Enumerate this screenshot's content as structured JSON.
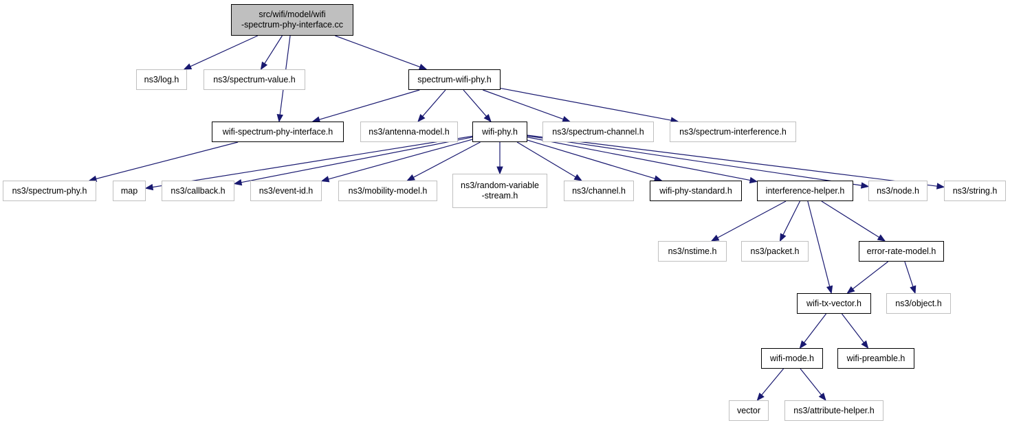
{
  "graph": {
    "title": "Include dependency graph for wifi-spectrum-phy-interface.cc",
    "colors": {
      "edge": "#191970",
      "root_fill": "#bfbfbf",
      "external_border": "#bfbfbf",
      "internal_border": "#000000"
    },
    "nodes": [
      {
        "id": "root",
        "label": "src/wifi/model/wifi\n-spectrum-phy-interface.cc",
        "kind": "root"
      },
      {
        "id": "log",
        "label": "ns3/log.h",
        "kind": "external"
      },
      {
        "id": "specval",
        "label": "ns3/spectrum-value.h",
        "kind": "external"
      },
      {
        "id": "swphy",
        "label": "spectrum-wifi-phy.h",
        "kind": "internal"
      },
      {
        "id": "wspi",
        "label": "wifi-spectrum-phy-interface.h",
        "kind": "internal"
      },
      {
        "id": "antenna",
        "label": "ns3/antenna-model.h",
        "kind": "external"
      },
      {
        "id": "wifiphy",
        "label": "wifi-phy.h",
        "kind": "internal"
      },
      {
        "id": "specchan",
        "label": "ns3/spectrum-channel.h",
        "kind": "external"
      },
      {
        "id": "specint",
        "label": "ns3/spectrum-interference.h",
        "kind": "external"
      },
      {
        "id": "specphy",
        "label": "ns3/spectrum-phy.h",
        "kind": "external"
      },
      {
        "id": "map",
        "label": "map",
        "kind": "external"
      },
      {
        "id": "callback",
        "label": "ns3/callback.h",
        "kind": "external"
      },
      {
        "id": "eventid",
        "label": "ns3/event-id.h",
        "kind": "external"
      },
      {
        "id": "mobility",
        "label": "ns3/mobility-model.h",
        "kind": "external"
      },
      {
        "id": "random",
        "label": "ns3/random-variable\n-stream.h",
        "kind": "external"
      },
      {
        "id": "channel",
        "label": "ns3/channel.h",
        "kind": "external"
      },
      {
        "id": "standard",
        "label": "wifi-phy-standard.h",
        "kind": "internal"
      },
      {
        "id": "interf",
        "label": "interference-helper.h",
        "kind": "internal"
      },
      {
        "id": "node",
        "label": "ns3/node.h",
        "kind": "external"
      },
      {
        "id": "string",
        "label": "ns3/string.h",
        "kind": "external"
      },
      {
        "id": "nstime",
        "label": "ns3/nstime.h",
        "kind": "external"
      },
      {
        "id": "packet",
        "label": "ns3/packet.h",
        "kind": "external"
      },
      {
        "id": "errrate",
        "label": "error-rate-model.h",
        "kind": "internal"
      },
      {
        "id": "txvector",
        "label": "wifi-tx-vector.h",
        "kind": "internal"
      },
      {
        "id": "object",
        "label": "ns3/object.h",
        "kind": "external"
      },
      {
        "id": "mode",
        "label": "wifi-mode.h",
        "kind": "internal"
      },
      {
        "id": "preamble",
        "label": "wifi-preamble.h",
        "kind": "internal"
      },
      {
        "id": "vector",
        "label": "vector",
        "kind": "external"
      },
      {
        "id": "attr",
        "label": "ns3/attribute-helper.h",
        "kind": "external"
      }
    ],
    "edges": [
      [
        "root",
        "log"
      ],
      [
        "root",
        "specval"
      ],
      [
        "root",
        "wspi"
      ],
      [
        "root",
        "swphy"
      ],
      [
        "swphy",
        "wspi"
      ],
      [
        "swphy",
        "antenna"
      ],
      [
        "swphy",
        "wifiphy"
      ],
      [
        "swphy",
        "specchan"
      ],
      [
        "swphy",
        "specint"
      ],
      [
        "wspi",
        "specphy"
      ],
      [
        "wifiphy",
        "map"
      ],
      [
        "wifiphy",
        "callback"
      ],
      [
        "wifiphy",
        "eventid"
      ],
      [
        "wifiphy",
        "mobility"
      ],
      [
        "wifiphy",
        "random"
      ],
      [
        "wifiphy",
        "channel"
      ],
      [
        "wifiphy",
        "standard"
      ],
      [
        "wifiphy",
        "interf"
      ],
      [
        "wifiphy",
        "node"
      ],
      [
        "wifiphy",
        "string"
      ],
      [
        "interf",
        "nstime"
      ],
      [
        "interf",
        "packet"
      ],
      [
        "interf",
        "errrate"
      ],
      [
        "interf",
        "txvector"
      ],
      [
        "errrate",
        "txvector"
      ],
      [
        "errrate",
        "object"
      ],
      [
        "txvector",
        "mode"
      ],
      [
        "txvector",
        "preamble"
      ],
      [
        "mode",
        "vector"
      ],
      [
        "mode",
        "attr"
      ]
    ]
  }
}
